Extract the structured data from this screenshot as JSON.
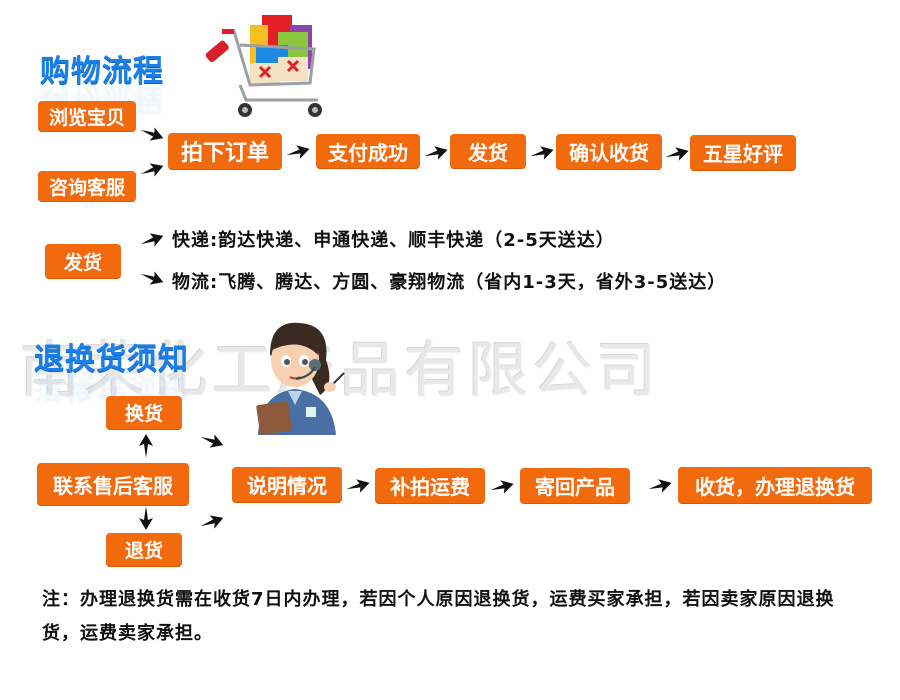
{
  "shopping": {
    "title": "购物流程",
    "sources": [
      "浏览宝贝",
      "咨询客服"
    ],
    "steps": [
      "拍下订单",
      "支付成功",
      "发货",
      "确认收货",
      "五星好评"
    ]
  },
  "shipping": {
    "label": "发货",
    "express": "快递:韵达快递、申通快递、顺丰快递（2-5天送达）",
    "logistics": "物流:飞腾、腾达、方圆、豪翔物流（省内1-3天，省外3-5送达）"
  },
  "returns": {
    "title": "退换货须知",
    "watermark": "南荣化工产品有限公司",
    "exchange": "换货",
    "contact": "联系售后客服",
    "refund": "退货",
    "steps": [
      "说明情况",
      "补拍运费",
      "寄回产品",
      "收货，办理退换货"
    ]
  },
  "note": "注：办理退换货需在收货7日内办理，若因个人原因退换货，运费买家承担，若因卖家原因退换货，运费卖家承担。",
  "colors": {
    "accent_orange": "#f26a0e",
    "title_blue": "#1a7fe6",
    "text": "#111111"
  },
  "icons": {
    "cart": "shopping-cart-icon",
    "agent": "customer-service-agent-icon",
    "arrow": "arrow-icon"
  }
}
